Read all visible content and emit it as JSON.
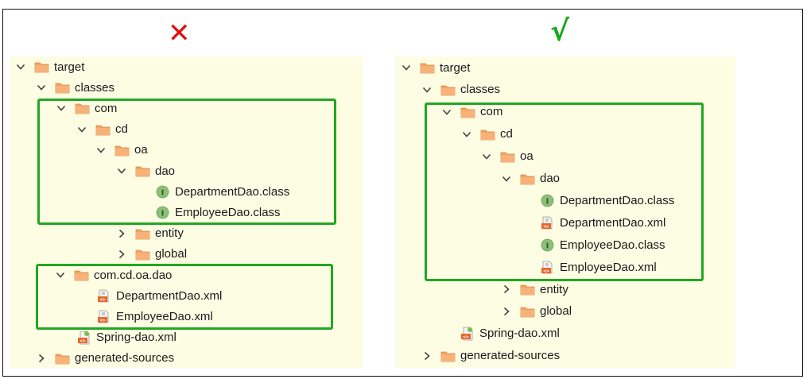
{
  "marks": {
    "wrong": "✕",
    "right": "√",
    "wrong_color": "#e01010",
    "right_color": "#1aa71a"
  },
  "colors": {
    "highlight": "#22a722",
    "panel_bg": "#fdfde4",
    "folder": "#f4a460",
    "interface_badge": "#8cc07a"
  },
  "left_tree": [
    {
      "label": "target",
      "icon": "folder-icon",
      "arrow": "expanded"
    },
    {
      "label": "classes",
      "icon": "folder-icon",
      "arrow": "expanded"
    },
    {
      "label": "com",
      "icon": "folder-icon",
      "arrow": "expanded"
    },
    {
      "label": "cd",
      "icon": "folder-icon",
      "arrow": "expanded"
    },
    {
      "label": "oa",
      "icon": "folder-icon",
      "arrow": "expanded"
    },
    {
      "label": "dao",
      "icon": "folder-icon",
      "arrow": "expanded"
    },
    {
      "label": "DepartmentDao.class",
      "icon": "interface-class-icon",
      "arrow": "none"
    },
    {
      "label": "EmployeeDao.class",
      "icon": "interface-class-icon",
      "arrow": "none"
    },
    {
      "label": "entity",
      "icon": "folder-icon",
      "arrow": "collapsed"
    },
    {
      "label": "global",
      "icon": "folder-icon",
      "arrow": "collapsed"
    },
    {
      "label": "com.cd.oa.dao",
      "icon": "folder-icon",
      "arrow": "expanded"
    },
    {
      "label": "DepartmentDao.xml",
      "icon": "xml-file-icon",
      "arrow": "none"
    },
    {
      "label": "EmployeeDao.xml",
      "icon": "xml-file-icon",
      "arrow": "none"
    },
    {
      "label": "Spring-dao.xml",
      "icon": "spring-xml-icon",
      "arrow": "none"
    },
    {
      "label": "generated-sources",
      "icon": "folder-icon",
      "arrow": "collapsed"
    }
  ],
  "right_tree": [
    {
      "label": "target",
      "icon": "folder-icon",
      "arrow": "expanded"
    },
    {
      "label": "classes",
      "icon": "folder-icon",
      "arrow": "expanded"
    },
    {
      "label": "com",
      "icon": "folder-icon",
      "arrow": "expanded"
    },
    {
      "label": "cd",
      "icon": "folder-icon",
      "arrow": "expanded"
    },
    {
      "label": "oa",
      "icon": "folder-icon",
      "arrow": "expanded"
    },
    {
      "label": "dao",
      "icon": "folder-icon",
      "arrow": "expanded"
    },
    {
      "label": "DepartmentDao.class",
      "icon": "interface-class-icon",
      "arrow": "none"
    },
    {
      "label": "DepartmentDao.xml",
      "icon": "xml-file-icon",
      "arrow": "none"
    },
    {
      "label": "EmployeeDao.class",
      "icon": "interface-class-icon",
      "arrow": "none"
    },
    {
      "label": "EmployeeDao.xml",
      "icon": "xml-file-icon",
      "arrow": "none"
    },
    {
      "label": "entity",
      "icon": "folder-icon",
      "arrow": "collapsed"
    },
    {
      "label": "global",
      "icon": "folder-icon",
      "arrow": "collapsed"
    },
    {
      "label": "Spring-dao.xml",
      "icon": "spring-xml-icon",
      "arrow": "none"
    },
    {
      "label": "generated-sources",
      "icon": "folder-icon",
      "arrow": "collapsed"
    }
  ]
}
